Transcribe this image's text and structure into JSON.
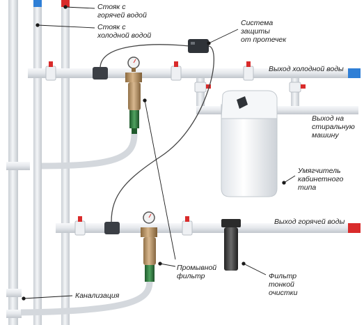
{
  "labels": {
    "hot_riser": [
      "Стояк с",
      "горячей водой"
    ],
    "cold_riser": [
      "Стояк с",
      "холодной водой"
    ],
    "leak_system": [
      "Система",
      "защиты",
      "от протечек"
    ],
    "cold_out": [
      "Выход холодной воды"
    ],
    "washer_out": [
      "Выход на",
      "стиральную",
      "машину"
    ],
    "softener": [
      "Умягчитель",
      "кабинетного",
      "типа"
    ],
    "hot_out": [
      "Выход горячей воды"
    ],
    "flush_filter": [
      "Промывной",
      "фильтр"
    ],
    "fine_filter": [
      "Фильтр",
      "тонкой",
      "очистки"
    ],
    "sewer": [
      "Канализация"
    ]
  },
  "colors": {
    "hot_accent": "#d92b2b",
    "cold_accent": "#2f7fd6",
    "filter_body": "#b08a5a",
    "filter_green": "#2f7a3e",
    "pipe": "#e3e6ea"
  }
}
